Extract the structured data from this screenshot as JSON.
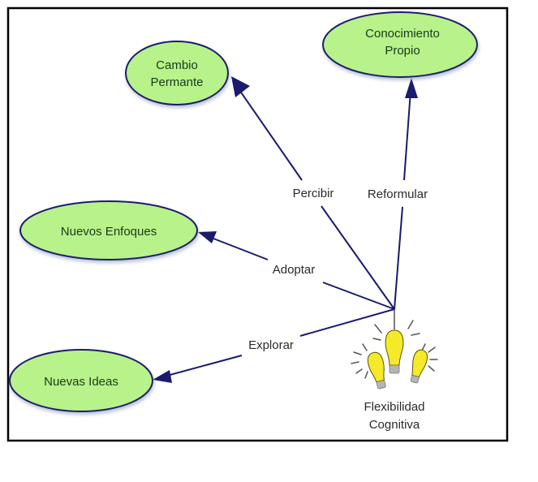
{
  "diagram": {
    "type": "concept-map",
    "colors": {
      "node_fill": "#b8f28a",
      "node_stroke": "#1a1a6e",
      "edge": "#1a1a6e",
      "frame": "#000000",
      "bulb_fill": "#f5ea2a",
      "bulb_base": "#b0b0b0"
    },
    "hub": {
      "label_line1": "Flexibilidad",
      "label_line2": "Cognitiva",
      "icon": "light-bulbs-icon"
    },
    "nodes": [
      {
        "id": "cambio",
        "lines": [
          "Cambio",
          "Permante"
        ]
      },
      {
        "id": "conocimiento",
        "lines": [
          "Conocimiento",
          "Propio"
        ]
      },
      {
        "id": "enfoques",
        "lines": [
          "Nuevos Enfoques"
        ]
      },
      {
        "id": "ideas",
        "lines": [
          "Nuevas Ideas"
        ]
      }
    ],
    "edges": [
      {
        "from": "hub",
        "to": "cambio",
        "label": "Percibir"
      },
      {
        "from": "hub",
        "to": "conocimiento",
        "label": "Reformular"
      },
      {
        "from": "hub",
        "to": "enfoques",
        "label": "Adoptar"
      },
      {
        "from": "hub",
        "to": "ideas",
        "label": "Explorar"
      }
    ]
  }
}
